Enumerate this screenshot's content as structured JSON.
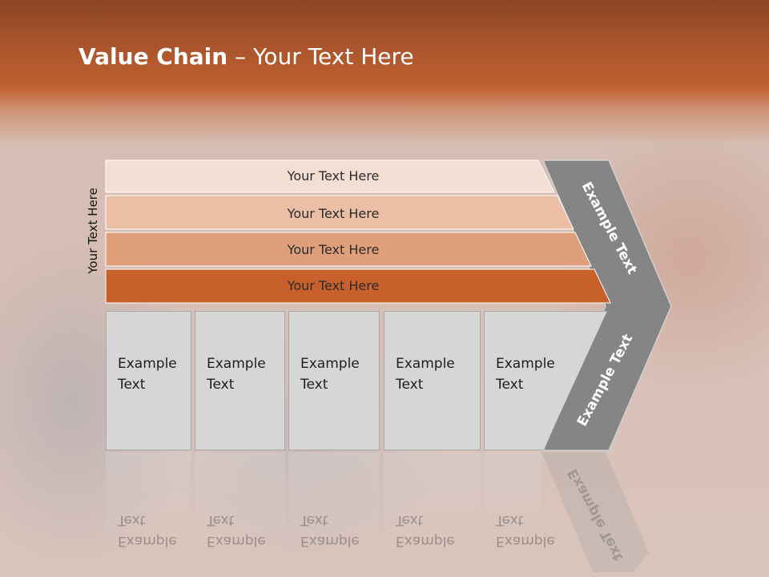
{
  "slide": {
    "title_bold": "Value Chain",
    "title_rest": " – Your Text Here",
    "side_label": "Your Text Here"
  },
  "rows": [
    {
      "label": "Your Text Here",
      "color": "#f3ded4"
    },
    {
      "label": "Your Text Here",
      "color": "#ebbea6"
    },
    {
      "label": "Your Text Here",
      "color": "#e09f7b"
    },
    {
      "label": "Your Text Here",
      "color": "#c8602b"
    }
  ],
  "boxes": [
    {
      "label": "Example\nText"
    },
    {
      "label": "Example\nText"
    },
    {
      "label": "Example\nText"
    },
    {
      "label": "Example\nText"
    },
    {
      "label": "Example\nText"
    }
  ],
  "chevron": {
    "top_label": "Example Text",
    "bottom_label": "Example Text",
    "reflection_label": "Example Text",
    "color": "#858585"
  },
  "colors": {
    "header": "#c0602f",
    "box": "#d6d6d6"
  }
}
